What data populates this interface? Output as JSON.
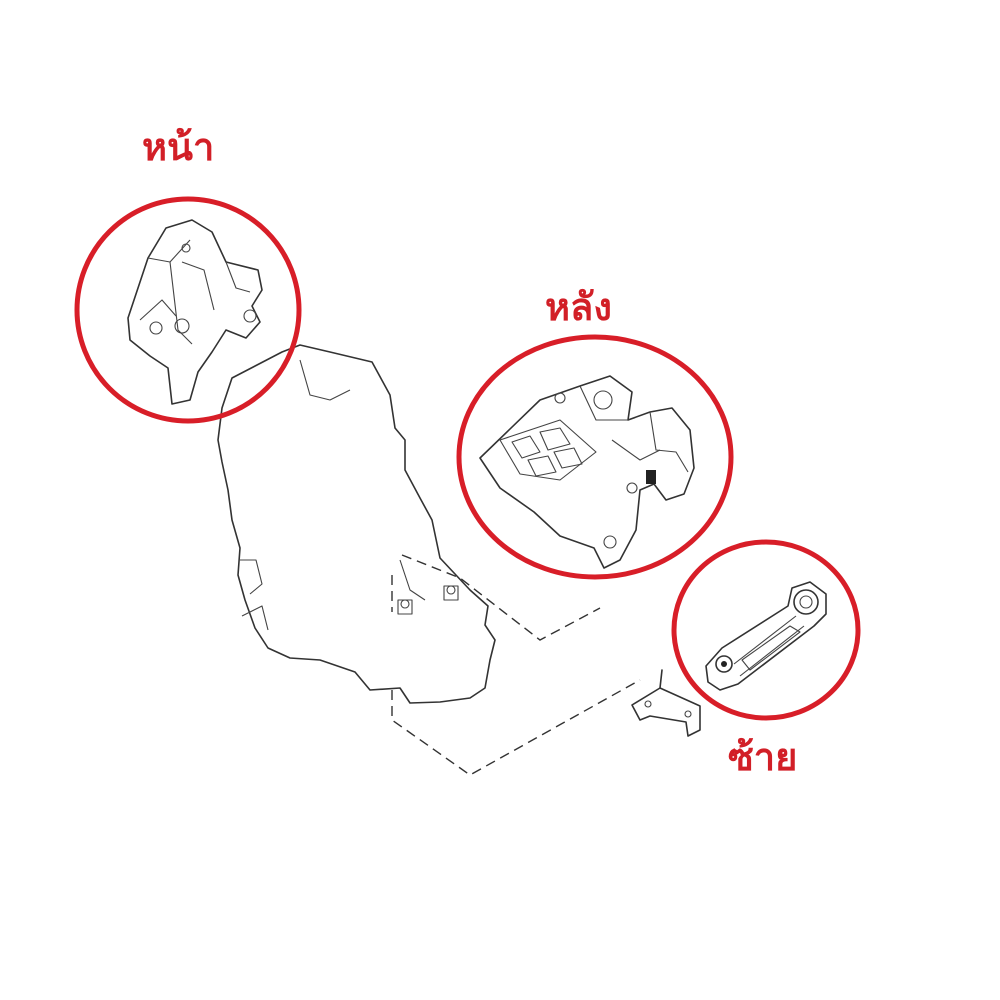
{
  "labels": {
    "front": "หน้า",
    "rear": "หลัง",
    "left": "ซ้าย"
  },
  "colors": {
    "highlight": "#d81e28",
    "label": "#d21f27",
    "line_art": "#333333",
    "background": "#ffffff"
  }
}
